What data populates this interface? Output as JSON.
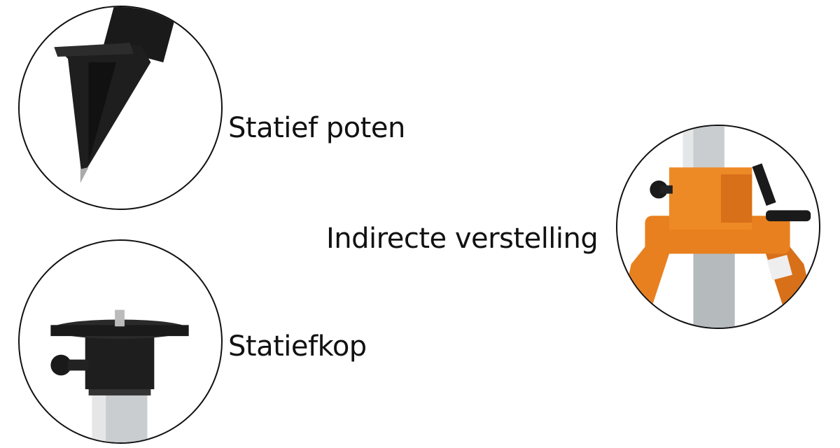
{
  "labels": {
    "legs": "Statief poten",
    "indirect": "Indirecte verstelling",
    "head": "Statiefkop"
  },
  "colors": {
    "orange": "#e8801f",
    "black": "#1a1a1a",
    "silver": "#c9cdd0"
  }
}
